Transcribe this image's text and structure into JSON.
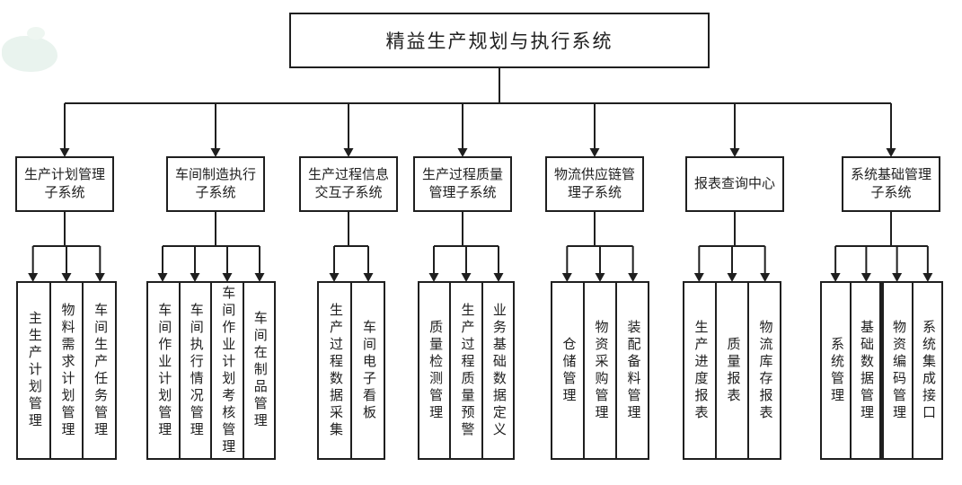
{
  "diagram": {
    "root": "精益生产规划与执行系统",
    "groups": [
      {
        "label": "生产计划管理子系统",
        "lines": [
          "生产计划管理",
          "子系统"
        ],
        "children": [
          "主生产计划管理",
          "物料需求计划管理",
          "车间生产任务管理"
        ]
      },
      {
        "label": "车间制造执行子系统",
        "lines": [
          "车间制造执行",
          "子系统"
        ],
        "children": [
          "车间作业计划管理",
          "车间执行情况管理",
          "车间作业计划考核管理",
          "车间在制品管理"
        ]
      },
      {
        "label": "生产过程信息交互子系统",
        "lines": [
          "生产过程信息",
          "交互子系统"
        ],
        "children": [
          "生产过程数据采集",
          "车间电子看板"
        ]
      },
      {
        "label": "生产过程质量管理子系统",
        "lines": [
          "生产过程质量",
          "管理子系统"
        ],
        "children": [
          "质量检测管理",
          "生产过程质量预警",
          "业务基础数据定义"
        ]
      },
      {
        "label": "物流供应链管理子系统",
        "lines": [
          "物流供应链管",
          "理子系统"
        ],
        "children": [
          "仓储管理",
          "物资采购管理",
          "装配备料管理"
        ]
      },
      {
        "label": "报表查询中心",
        "lines": [
          "报表查询中心"
        ],
        "children": [
          "生产进度报表",
          "质量报表",
          "物流库存报表"
        ]
      },
      {
        "label": "系统基础管理子系统",
        "lines": [
          "系统基础管理",
          "子系统"
        ],
        "children": [
          "系统管理",
          "基础数据管理",
          "物资编码管理",
          "系统集成接口"
        ]
      }
    ]
  },
  "colors": {
    "line": "#1f1f1f",
    "background": "#ffffff",
    "watermark": "#e9f3ee"
  }
}
